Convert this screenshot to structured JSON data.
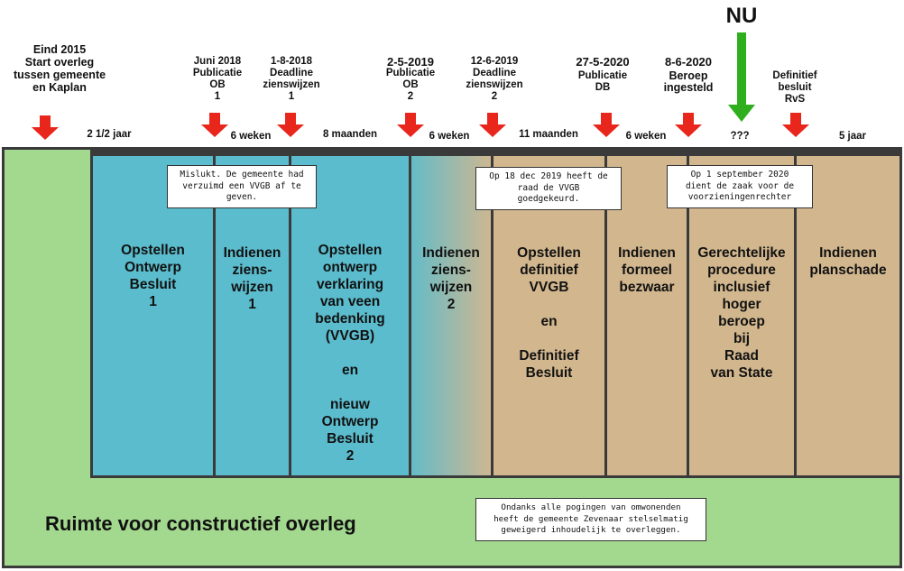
{
  "top_labels": [
    {
      "lines": [
        "Eind 2015",
        "Start overleg",
        "tussen gemeente",
        "en Kaplan"
      ]
    },
    {
      "lines": [
        "Juni 2018",
        "Publicatie",
        "OB",
        "1"
      ]
    },
    {
      "lines": [
        "1-8-2018",
        "Deadline",
        "zienswijzen",
        "1"
      ]
    },
    {
      "lines": [
        "2-5-2019",
        "Publicatie",
        "OB",
        "2"
      ]
    },
    {
      "lines": [
        "12-6-2019",
        "Deadline",
        "zienswijzen",
        "2"
      ]
    },
    {
      "lines": [
        "27-5-2020",
        "Publicatie",
        "DB"
      ]
    },
    {
      "lines": [
        "8-6-2020",
        "Beroep",
        "ingesteld"
      ]
    },
    {
      "lines": [
        "Definitief",
        "besluit",
        "RvS"
      ]
    }
  ],
  "now_marker": {
    "label": "NU"
  },
  "durations": [
    "2 1/2 jaar",
    "6 weken",
    "8 maanden",
    "6 weken",
    "11 maanden",
    "6 weken",
    "???",
    "5 jaar"
  ],
  "phases": [
    {
      "lines": [
        "Opstellen",
        "Ontwerp",
        "Besluit",
        "1"
      ]
    },
    {
      "lines": [
        "Indienen",
        "ziens-",
        "wijzen",
        "1"
      ]
    },
    {
      "lines": [
        "Opstellen",
        "ontwerp",
        "verklaring",
        "van veen",
        "bedenking",
        "(VVGB)",
        "",
        "en",
        "",
        "nieuw",
        "Ontwerp",
        "Besluit",
        "2"
      ]
    },
    {
      "lines": [
        "Indienen",
        "ziens-",
        "wijzen",
        "2"
      ]
    },
    {
      "lines": [
        "Opstellen",
        "definitief",
        "VVGB",
        "",
        "en",
        "",
        "Definitief",
        "Besluit"
      ]
    },
    {
      "lines": [
        "Indienen",
        "formeel",
        "bezwaar"
      ]
    },
    {
      "lines": [
        "Gerechtelijke",
        "procedure",
        "inclusief",
        "hoger",
        "beroep",
        "bij",
        "Raad",
        "van State"
      ]
    },
    {
      "lines": [
        "Indienen",
        "planschade"
      ]
    }
  ],
  "notes": [
    {
      "lines": [
        "Mislukt. De gemeente had",
        "verzuimd een VVGB af te",
        "geven."
      ]
    },
    {
      "lines": [
        "Op 18 dec 2019 heeft de",
        "raad de VVGB",
        "goedgekeurd."
      ]
    },
    {
      "lines": [
        "Op 1 september 2020",
        "dient de zaak voor de",
        "voorzieningenrechter"
      ]
    },
    {
      "lines": [
        "Ondanks alle pogingen van omwonenden",
        "heeft de gemeente Zevenaar stelselmatig",
        "geweigerd inhoudelijk te overleggen."
      ]
    }
  ],
  "overleg": {
    "title": "Ruimte voor constructief overleg"
  },
  "colors": {
    "green": "#a3d98f",
    "blue": "#5bbccd",
    "tan": "#d2b78e",
    "arrow_red": "#e8261c",
    "arrow_green": "#2fae1e",
    "border": "#3a3a3a"
  }
}
